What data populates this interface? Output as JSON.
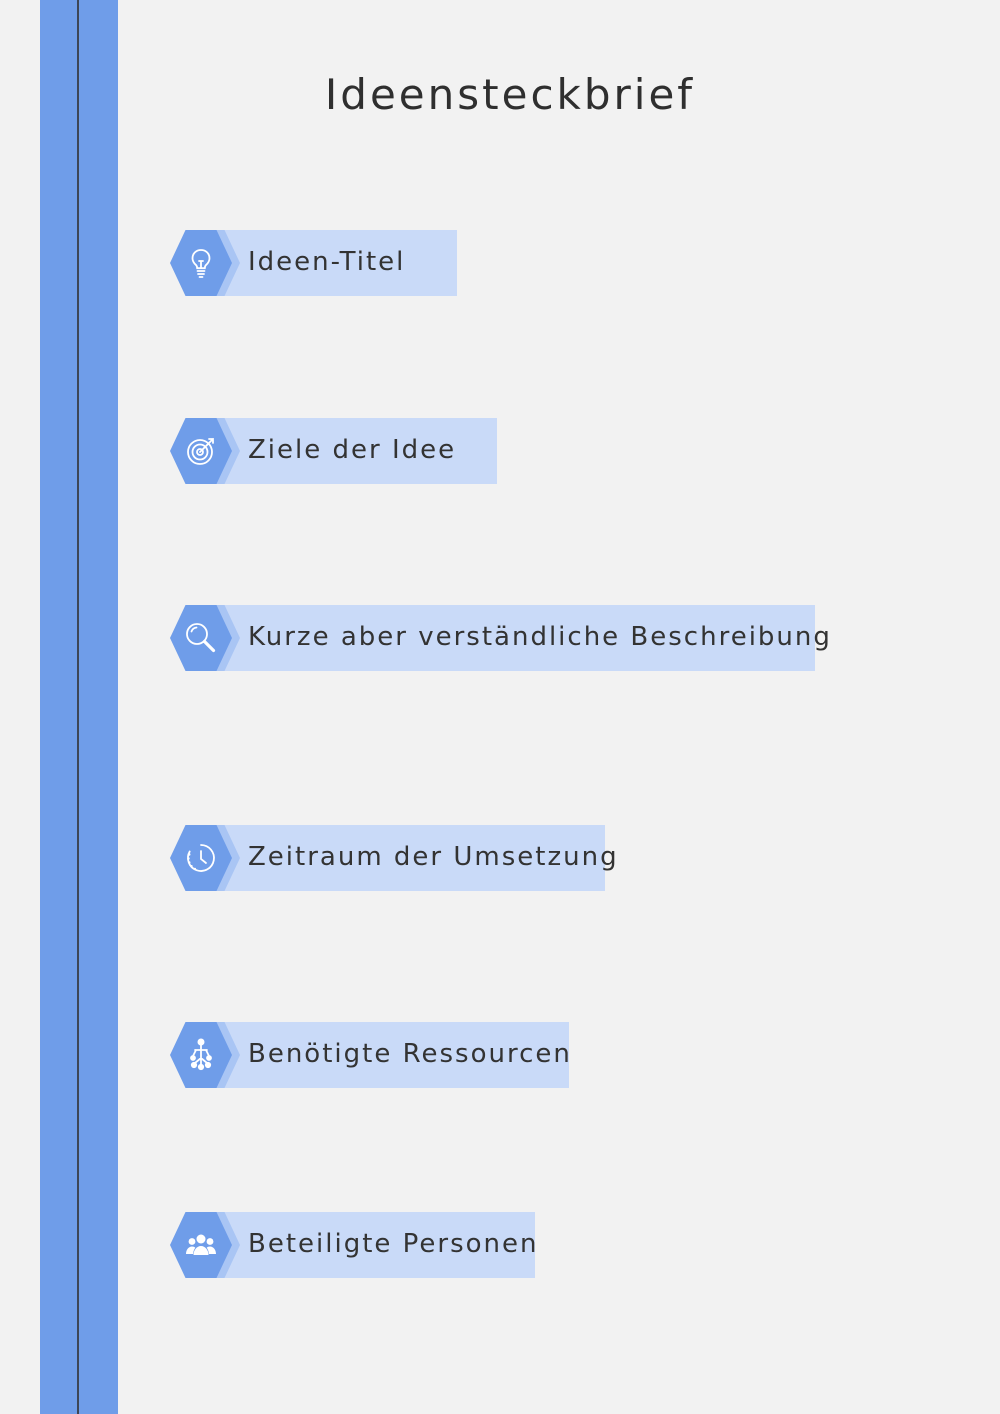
{
  "title": "Ideensteckbrief",
  "fields": [
    {
      "label": "Ideen-Titel",
      "icon": "lightbulb-icon"
    },
    {
      "label": "Ziele der Idee",
      "icon": "target-icon"
    },
    {
      "label": "Kurze aber verständliche Beschreibung",
      "icon": "magnifier-icon"
    },
    {
      "label": "Zeitraum der Umsetzung",
      "icon": "clock-icon"
    },
    {
      "label": "Benötigte Ressourcen",
      "icon": "resources-icon"
    },
    {
      "label": "Beteiligte Personen",
      "icon": "people-icon"
    }
  ],
  "colors": {
    "accent": "#6f9de9",
    "bar": "#c9daf8",
    "background": "#f2f2f2",
    "line": "#3d4656"
  }
}
